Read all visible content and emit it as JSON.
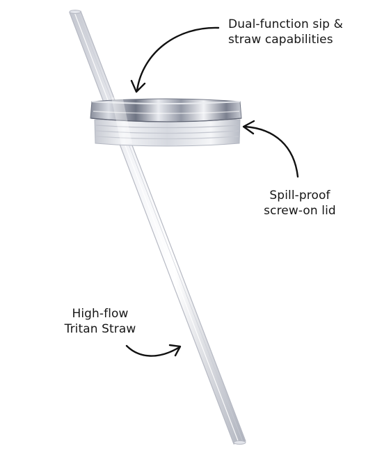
{
  "callouts": {
    "sip_straw": {
      "line1": "Dual-function sip &",
      "line2": "straw capabilities"
    },
    "lid": {
      "line1": "Spill-proof",
      "line2": "screw-on lid"
    },
    "straw": {
      "line1": "High-flow",
      "line2": "Tritan Straw"
    }
  },
  "colors": {
    "background": "#ffffff",
    "text": "#161616",
    "arrow": "#111111",
    "straw_edge": "#b9bcc6",
    "straw_fill": "#eef0f5",
    "lid_dark": "#7d8290",
    "lid_light": "#e7e9ef"
  }
}
